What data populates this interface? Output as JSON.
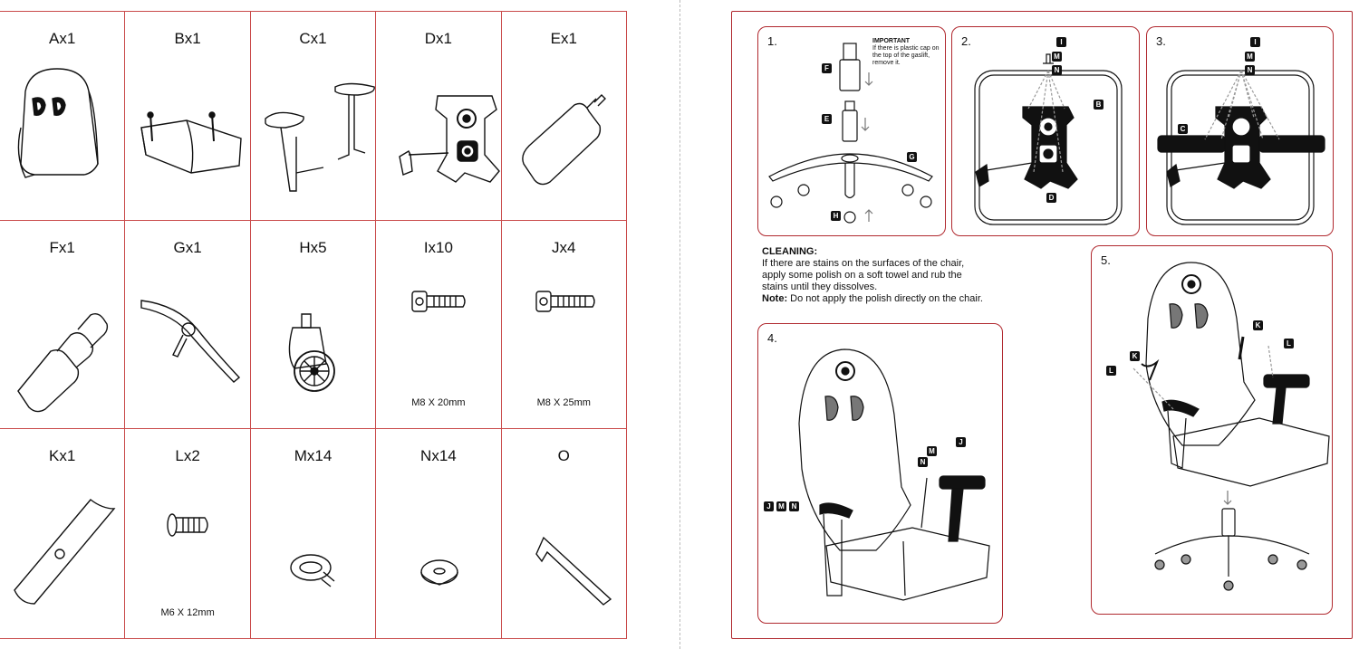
{
  "parts": [
    {
      "id": "A",
      "label": "Ax1",
      "spec": "",
      "icon": "chair-back-icon"
    },
    {
      "id": "B",
      "label": "Bx1",
      "spec": "",
      "icon": "seat-icon"
    },
    {
      "id": "C",
      "label": "Cx1",
      "spec": "",
      "icon": "armrest-icon"
    },
    {
      "id": "D",
      "label": "Dx1",
      "spec": "",
      "icon": "mechanism-icon"
    },
    {
      "id": "E",
      "label": "Ex1",
      "spec": "",
      "icon": "gaslift-icon"
    },
    {
      "id": "F",
      "label": "Fx1",
      "spec": "",
      "icon": "gaslift-cover-icon"
    },
    {
      "id": "G",
      "label": "Gx1",
      "spec": "",
      "icon": "base-icon"
    },
    {
      "id": "H",
      "label": "Hx5",
      "spec": "",
      "icon": "caster-icon"
    },
    {
      "id": "I",
      "label": "Ix10",
      "spec": "M8 X 20mm",
      "icon": "bolt-icon"
    },
    {
      "id": "J",
      "label": "Jx4",
      "spec": "M8 X 25mm",
      "icon": "bolt-icon"
    },
    {
      "id": "K",
      "label": "Kx1",
      "spec": "",
      "icon": "cover-plate-icon"
    },
    {
      "id": "L",
      "label": "Lx2",
      "spec": "M6 X 12mm",
      "icon": "screw-icon"
    },
    {
      "id": "M",
      "label": "Mx14",
      "spec": "",
      "icon": "spring-washer-icon"
    },
    {
      "id": "N",
      "label": "Nx14",
      "spec": "",
      "icon": "flat-washer-icon"
    },
    {
      "id": "O",
      "label": "O",
      "spec": "",
      "icon": "hex-key-icon"
    }
  ],
  "steps": {
    "s1": {
      "num": "1.",
      "important_title": "IMPORTANT",
      "important_text": "If there is plastic cap on the top of the gaslift, remove it."
    },
    "s2": {
      "num": "2."
    },
    "s3": {
      "num": "3."
    },
    "s4": {
      "num": "4."
    },
    "s5": {
      "num": "5."
    }
  },
  "badges": {
    "F": "F",
    "E": "E",
    "G": "G",
    "H": "H",
    "I": "I",
    "M": "M",
    "N": "N",
    "B": "B",
    "D": "D",
    "C": "C",
    "J": "J",
    "K": "K",
    "L": "L"
  },
  "cleaning": {
    "title": "CLEANING:",
    "line1": "If there are stains on the surfaces of the chair,",
    "line2": "apply some polish on a soft towel and rub the",
    "line3": "stains until they dissolves.",
    "note_label": "Note:",
    "note_text": "Do not apply the polish directly on the chair."
  },
  "colors": {
    "frame": "#b0282e",
    "grid": "#c94a4a",
    "ink": "#111111"
  }
}
